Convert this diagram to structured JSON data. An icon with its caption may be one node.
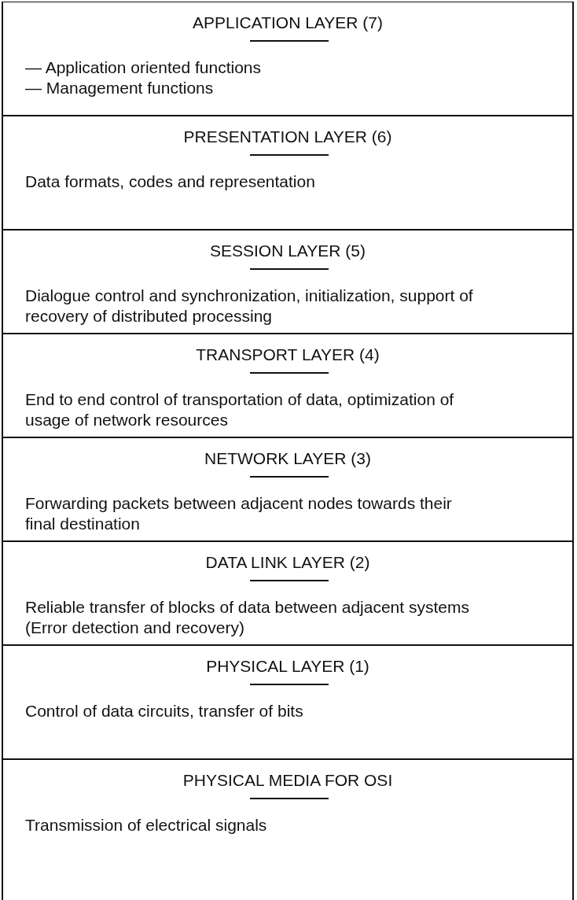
{
  "diagram": {
    "nodes": [
      {
        "text": [
          "APPLICATION LAYER (7)",
          "— Application oriented functions",
          "— Management functions"
        ]
      },
      {
        "text": [
          "PRESENTATION LAYER (6)",
          "Data formats, codes and representation"
        ]
      },
      {
        "text": [
          "SESSION LAYER (5)",
          "Dialogue control and synchronization, initialization, support of recovery of distributed processing"
        ]
      },
      {
        "text": [
          "TRANSPORT LAYER (4)",
          "End to end control of transportation of data, optimization of usage of network resources"
        ]
      },
      {
        "text": [
          "NETWORK LAYER (3)",
          "Forwarding packets between adjacent nodes towards their final destination"
        ]
      },
      {
        "text": [
          "DATA LINK LAYER (2)",
          "Reliable transfer of blocks of data between adjacent systems (Error detection and recovery)"
        ]
      },
      {
        "text": [
          "PHYSICAL LAYER (1)",
          "Control of data circuits, transfer of bits"
        ]
      },
      {
        "text": [
          "PHYSICAL MEDIA FOR OSI",
          "Transmission of electrical signals"
        ]
      }
    ]
  }
}
